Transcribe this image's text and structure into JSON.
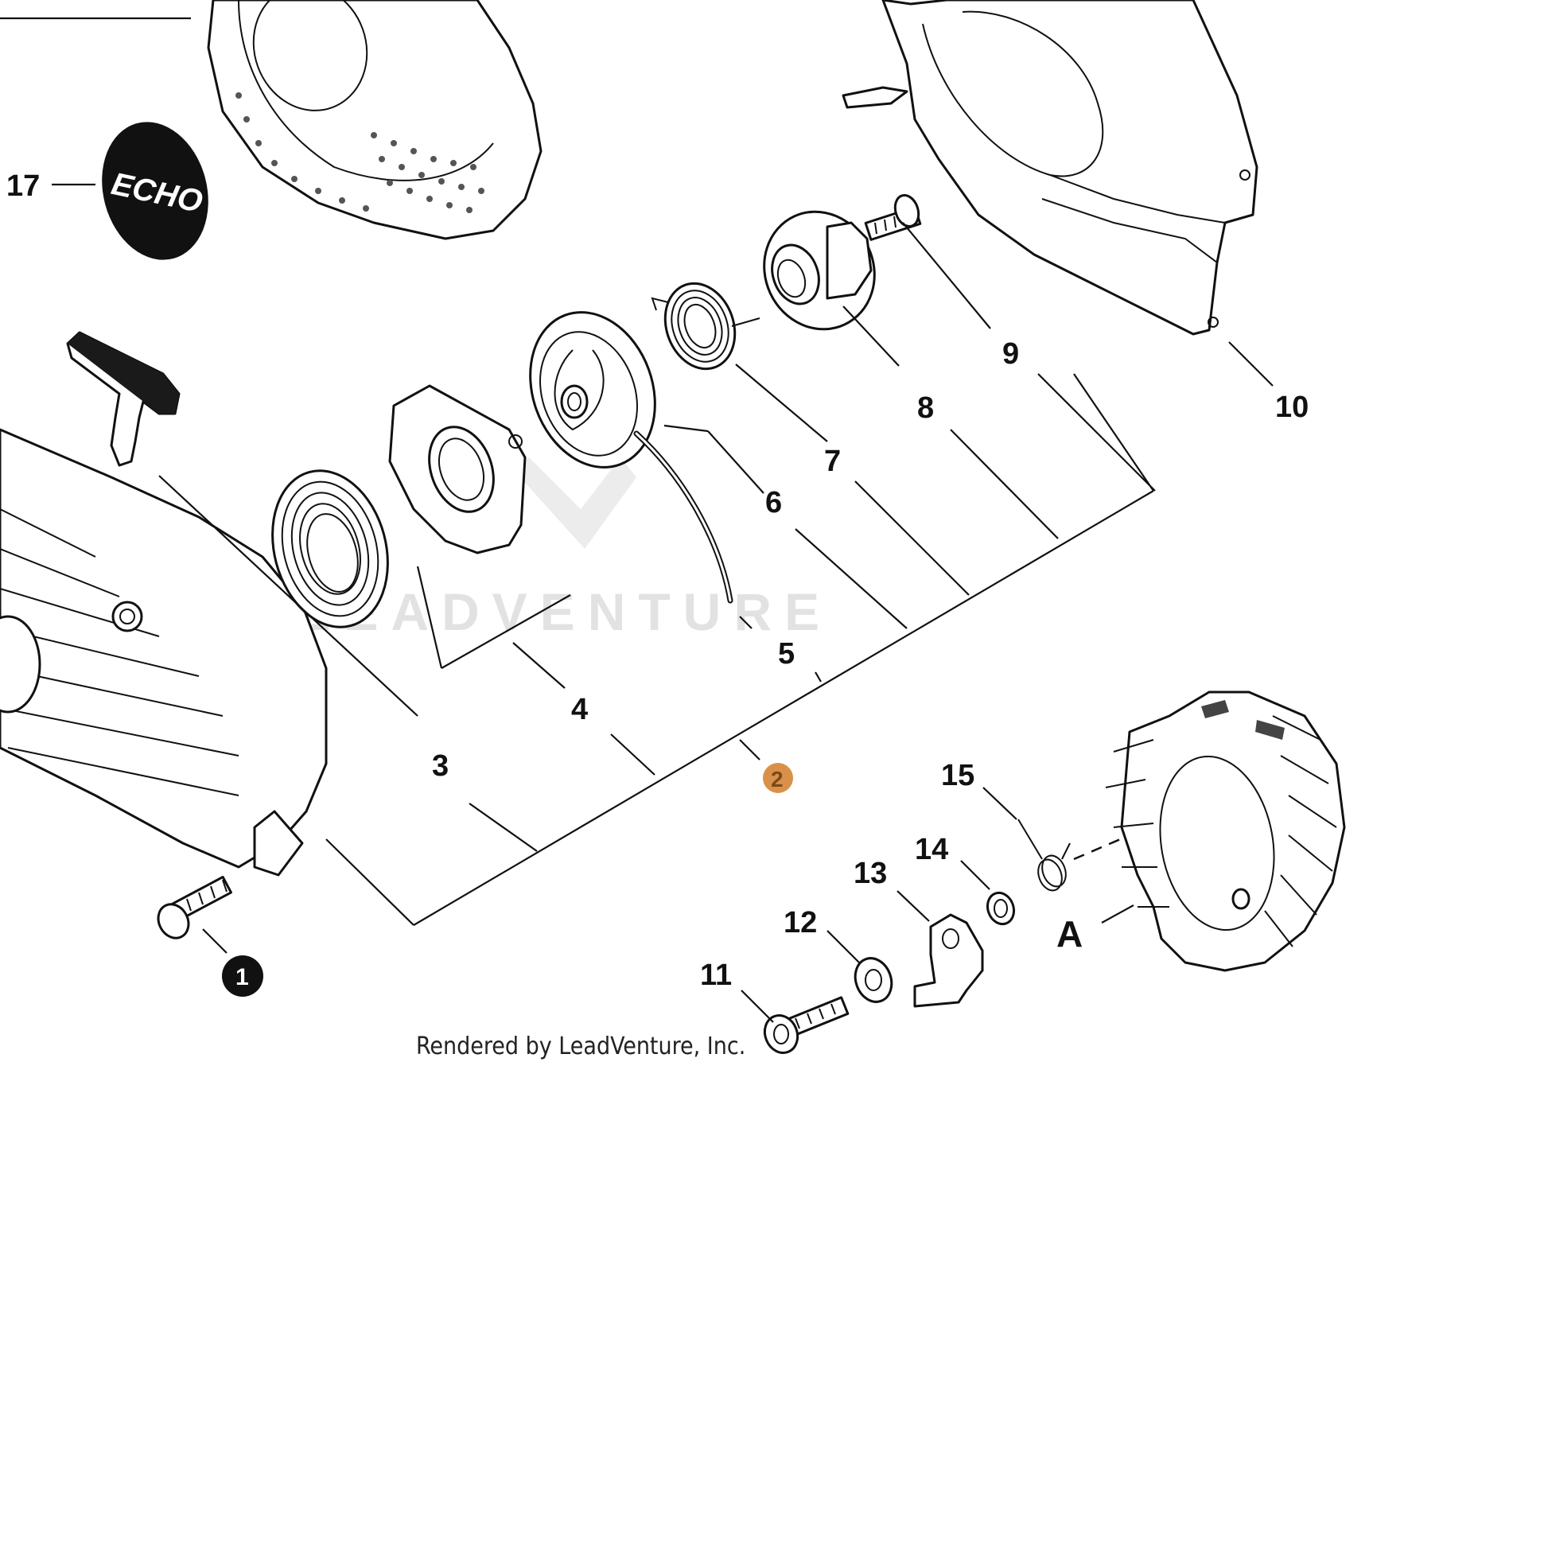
{
  "diagram": {
    "brand_logo_text": "ECHO",
    "watermark_text": "LEADVENTURE",
    "credit_text": "Rendered by LeadVenture, Inc.",
    "badge_color": "#111111",
    "highlight_badge_color": "#d9914a",
    "callouts": {
      "c1": "1",
      "c2": "2",
      "c3": "3",
      "c4": "4",
      "c5": "5",
      "c6": "6",
      "c7": "7",
      "c8": "8",
      "c9": "9",
      "c10": "10",
      "c11": "11",
      "c12": "12",
      "c13": "13",
      "c14": "14",
      "c15": "15",
      "c17": "17",
      "cA": "A"
    }
  }
}
